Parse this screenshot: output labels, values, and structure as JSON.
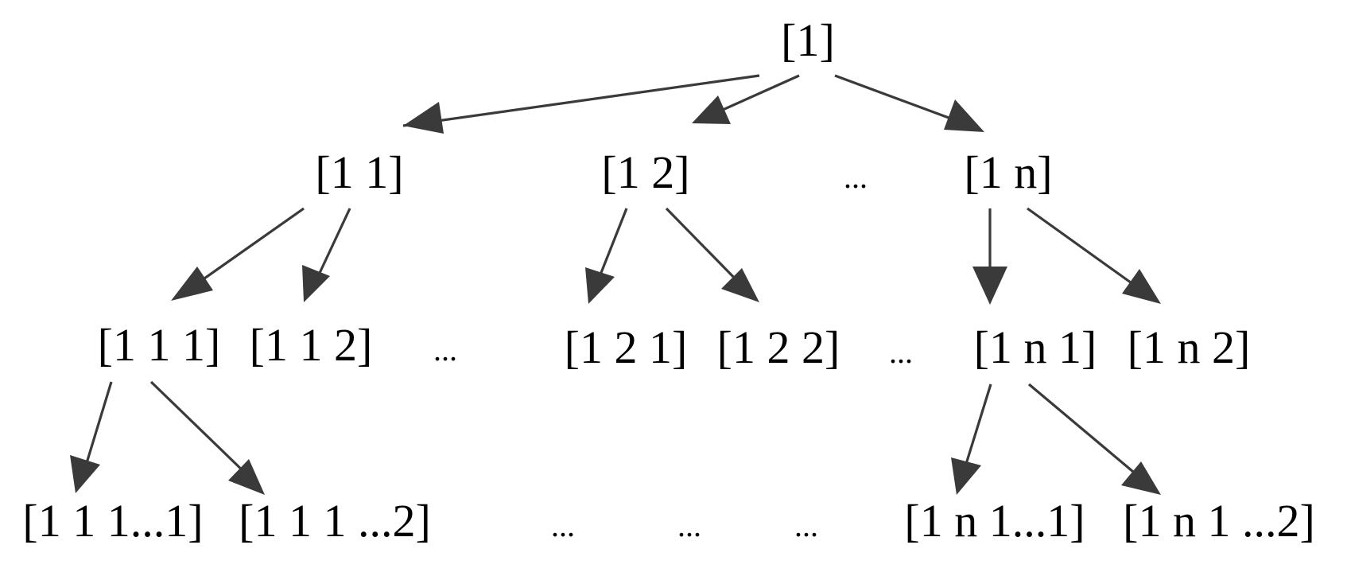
{
  "colors": {
    "edge": "#3a3a3a",
    "text": "#000000",
    "background": "#ffffff"
  },
  "nodes": {
    "root": "[1]",
    "n11": "[1  1]",
    "n12": "[1 2]",
    "n1n": "[1 n]",
    "n111": "[1  1  1]",
    "n112": "[1  1 2]",
    "n121": "[1 2 1]",
    "n122": "[1  2 2]",
    "n1n1": "[1 n 1]",
    "n1n2": "[1 n 2]",
    "n111_1": "[1  1  1...1]",
    "n111_2": "[1  1  1 ...2]",
    "n1n1_1": "[1 n 1...1]",
    "n1n1_2": "[1 n 1 ...2]"
  },
  "ellipsis": "...",
  "edges": [
    {
      "from": "root",
      "to": "n11"
    },
    {
      "from": "root",
      "to": "n12"
    },
    {
      "from": "root",
      "to": "n1n"
    },
    {
      "from": "n11",
      "to": "n111"
    },
    {
      "from": "n11",
      "to": "n112"
    },
    {
      "from": "n12",
      "to": "n121"
    },
    {
      "from": "n12",
      "to": "n122"
    },
    {
      "from": "n1n",
      "to": "n1n1"
    },
    {
      "from": "n1n",
      "to": "n1n2"
    },
    {
      "from": "n111",
      "to": "n111_1"
    },
    {
      "from": "n111",
      "to": "n111_2"
    },
    {
      "from": "n1n1",
      "to": "n1n1_1"
    },
    {
      "from": "n1n1",
      "to": "n1n1_2"
    }
  ]
}
